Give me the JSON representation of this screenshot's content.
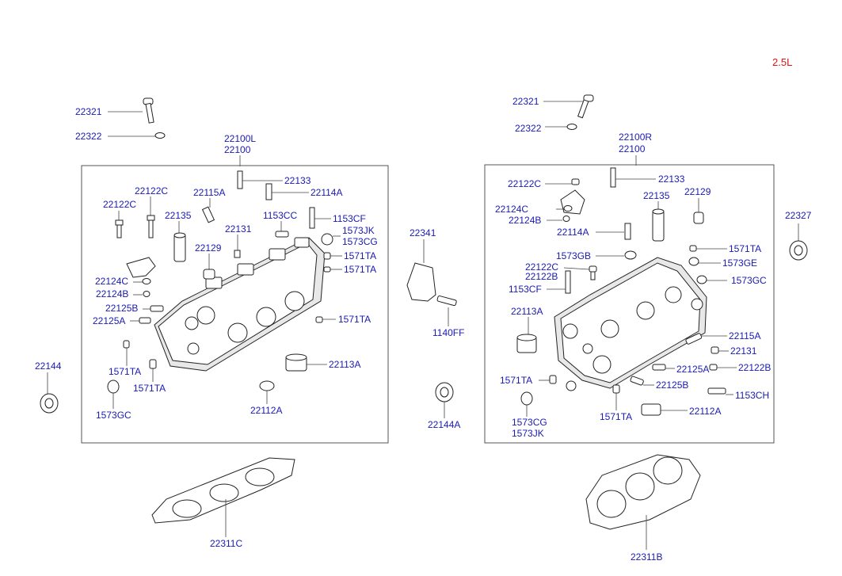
{
  "variant_tag": "2.5L",
  "colors": {
    "label": "#1a1ab4",
    "variant_tag": "#e01010",
    "line": "#444444"
  },
  "labels": {
    "l_22321": "22321",
    "l_22322": "22322",
    "l_22100L": "22100L",
    "l_22100_left": "22100",
    "l_22133_left": "22133",
    "l_22114A_left": "22114A",
    "l_22122C_left_a": "22122C",
    "l_22122C_left_b": "22122C",
    "l_22115A_left": "22115A",
    "l_22135_left": "22135",
    "l_1153CC": "1153CC",
    "l_1153CF_left": "1153CF",
    "l_22131_left": "22131",
    "l_1573JK_left": "1573JK",
    "l_1573CG_left": "1573CG",
    "l_22129_left": "22129",
    "l_1571TA_left_1": "1571TA",
    "l_1571TA_left_2": "1571TA",
    "l_22124C_left": "22124C",
    "l_22124B_left": "22124B",
    "l_22125B_left": "22125B",
    "l_22125A_left": "22125A",
    "l_1571TA_left_3": "1571TA",
    "l_22113A_left": "22113A",
    "l_1571TA_left_4": "1571TA",
    "l_1571TA_left_5": "1571TA",
    "l_1573GC_left": "1573GC",
    "l_22112A_left": "22112A",
    "l_22144": "22144",
    "l_22341": "22341",
    "l_1140FF": "1140FF",
    "l_22144A": "22144A",
    "l_22311C": "22311C",
    "r_22321": "22321",
    "r_22322": "22322",
    "r_22100R": "22100R",
    "r_22100": "22100",
    "r_22122C_a": "22122C",
    "r_22133": "22133",
    "r_22135": "22135",
    "r_22129": "22129",
    "r_22327": "22327",
    "r_22124C": "22124C",
    "r_22124B": "22124B",
    "r_22114A": "22114A",
    "r_1571TA_1": "1571TA",
    "r_1573GB": "1573GB",
    "r_1573GE": "1573GE",
    "r_22122C_b": "22122C",
    "r_22122B_a": "22122B",
    "r_1573GC": "1573GC",
    "r_1153CF": "1153CF",
    "r_22113A": "22113A",
    "r_22115A": "22115A",
    "r_22131": "22131",
    "r_22125A": "22125A",
    "r_22122B_b": "22122B",
    "r_1571TA_2": "1571TA",
    "r_22125B": "22125B",
    "r_1153CH": "1153CH",
    "r_1571TA_3": "1571TA",
    "r_22112A": "22112A",
    "r_1573CG": "1573CG",
    "r_1573JK": "1573JK",
    "r_22311B": "22311B"
  }
}
